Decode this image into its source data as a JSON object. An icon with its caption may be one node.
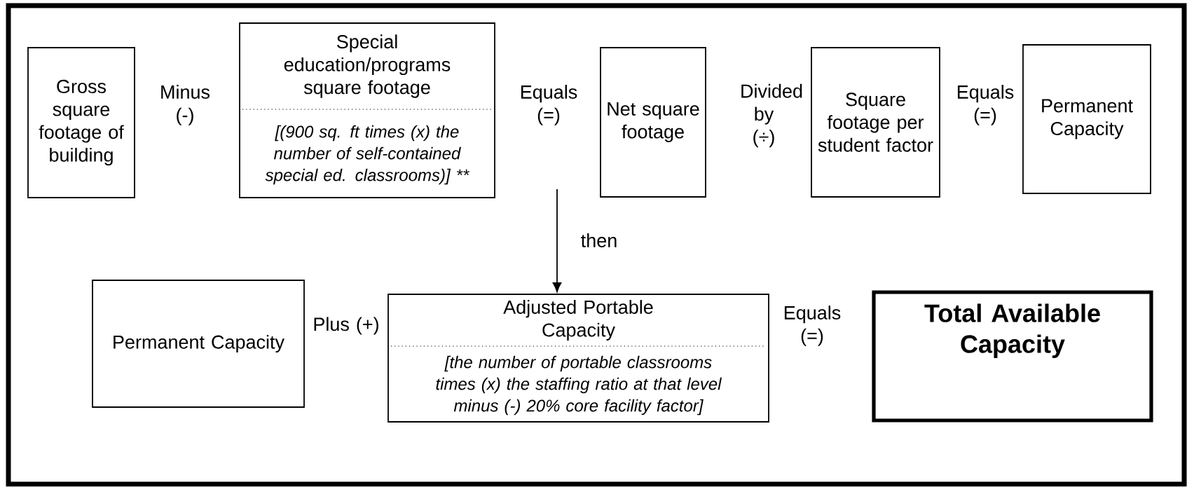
{
  "diagram": {
    "nodes": [
      {
        "text": [
          "Gross square footage of building"
        ]
      },
      {
        "text": [
          "Special education/programs square footage",
          "[(900 sq. ft times (x) the number of self-contained special ed. classrooms)] **"
        ]
      },
      {
        "text": [
          "Net square footage"
        ]
      },
      {
        "text": [
          "Square footage per student factor"
        ]
      },
      {
        "text": [
          "Permanent Capacity"
        ]
      },
      {
        "text": [
          "Permanent Capacity"
        ]
      },
      {
        "text": [
          "Adjusted Portable Capacity",
          "[the number of portable classrooms times (x) the staffing ratio at that level minus (-) 20% core facility factor]"
        ]
      },
      {
        "text": [
          "Total Available Capacity"
        ]
      }
    ],
    "edges": [
      {
        "from": null,
        "to": 6,
        "arrow": "to",
        "label": "then"
      }
    ],
    "labels": [
      "Minus (-)",
      "Equals (=)",
      "Divided by (÷)",
      "Equals (=)",
      "Plus (+)",
      "Equals (=)"
    ]
  }
}
